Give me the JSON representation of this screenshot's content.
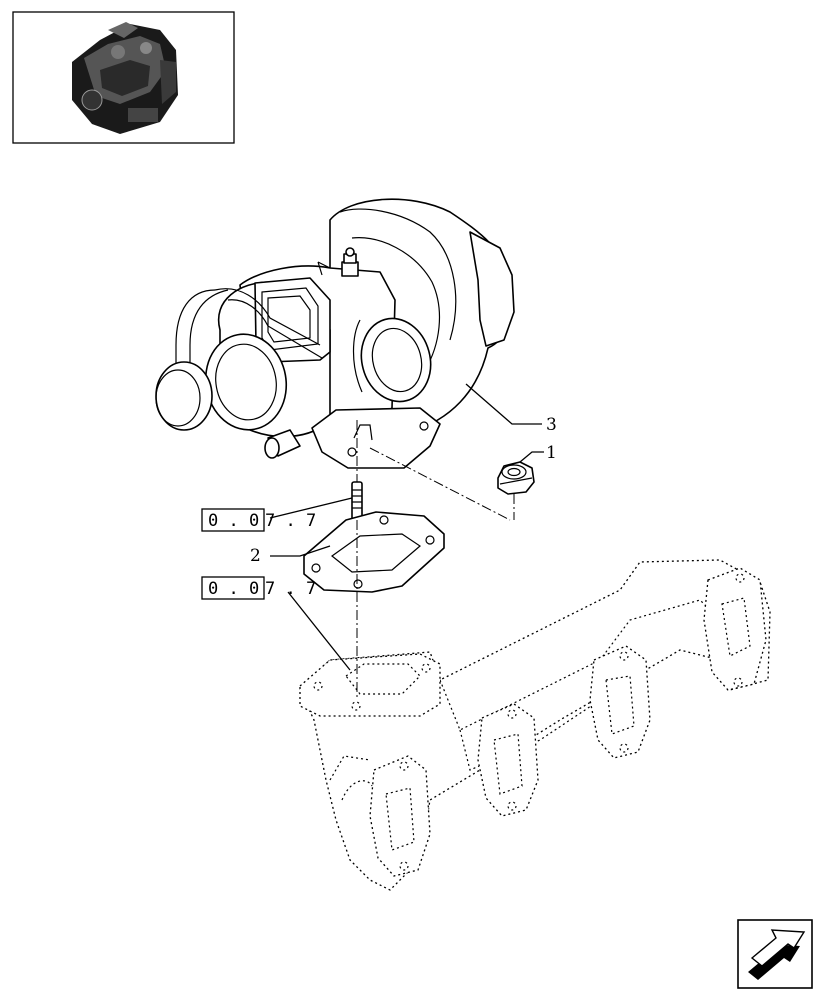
{
  "callouts": [
    {
      "id": "1",
      "text": "1"
    },
    {
      "id": "2",
      "text": "2"
    },
    {
      "id": "3",
      "text": "3"
    }
  ],
  "references": [
    {
      "code": "0 . 0",
      "suffix": "7 . 7"
    },
    {
      "code": "0 . 0",
      "suffix": "7 . 7"
    }
  ],
  "icons": {
    "thumbnail": "engine-thumbnail-icon",
    "nav": "next-page-arrow-icon"
  },
  "colors": {
    "line": "#000000",
    "background": "#ffffff"
  }
}
